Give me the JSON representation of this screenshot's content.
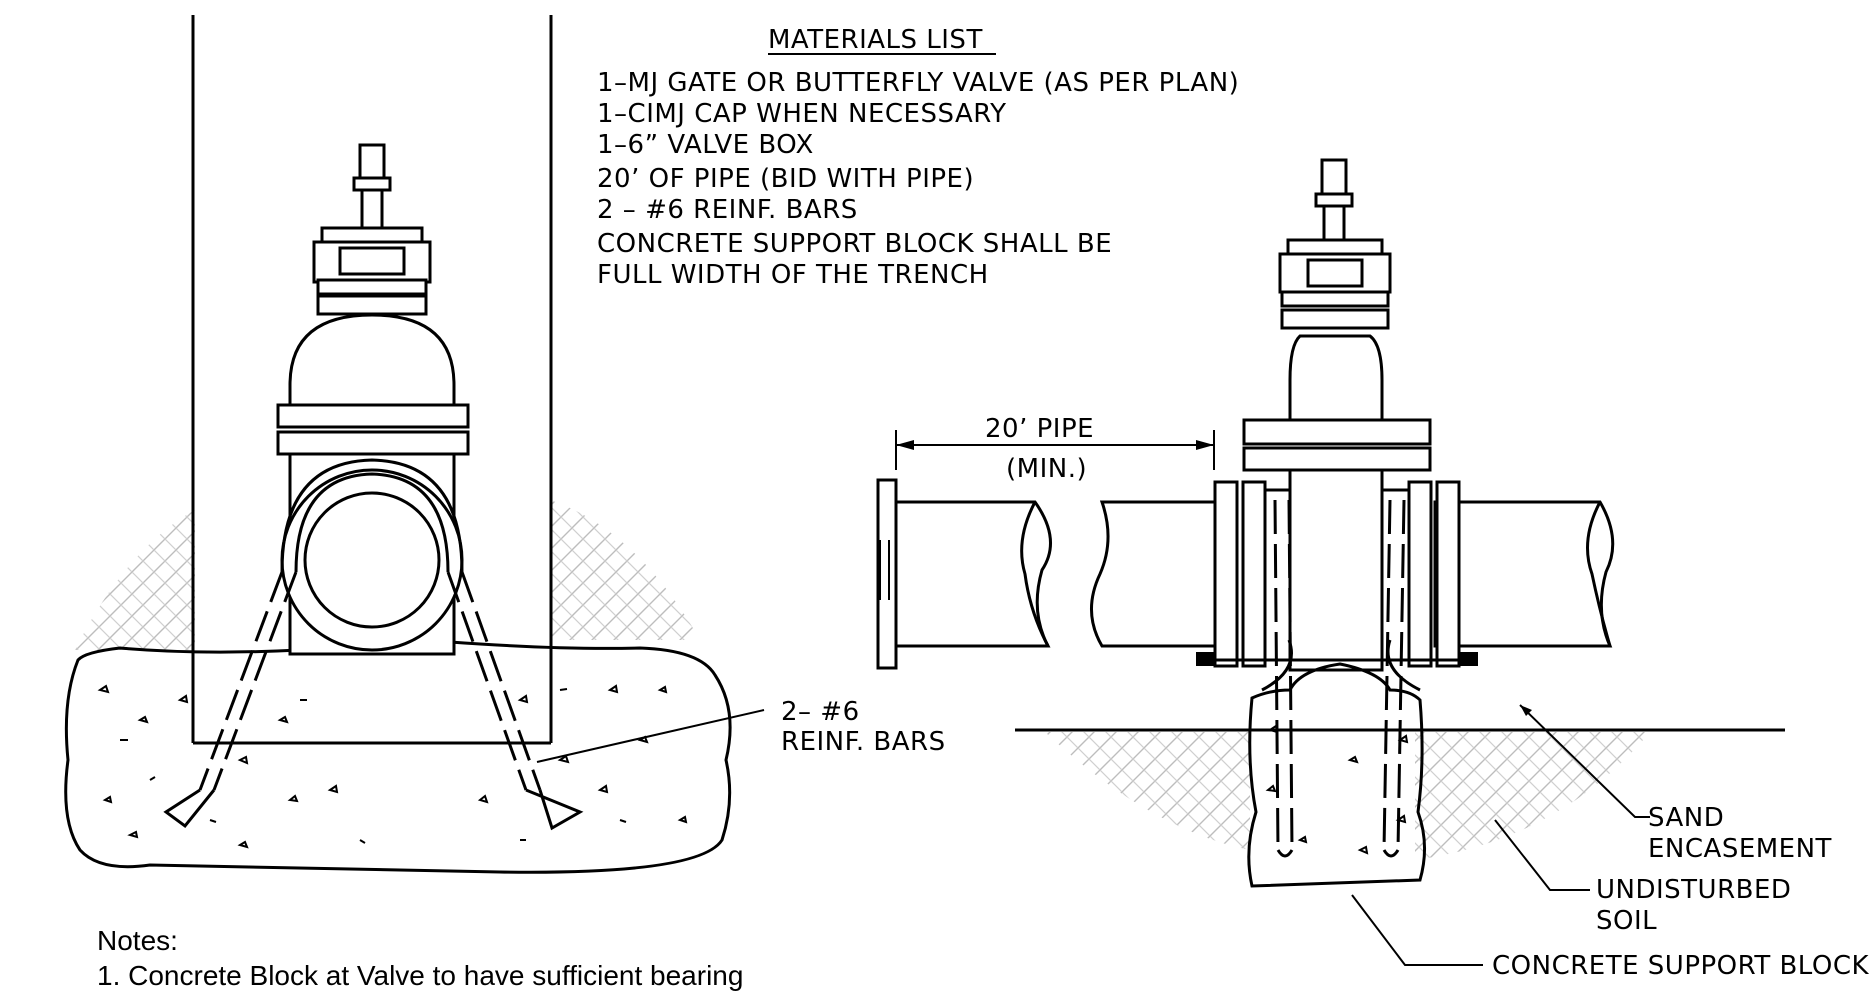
{
  "materials": {
    "title": "MATERIALS LIST",
    "lines": [
      "1–MJ GATE OR BUTTERFLY VALVE (AS PER PLAN)",
      "1–CIMJ CAP WHEN NECESSARY",
      "1–6” VALVE BOX",
      "20’ OF PIPE (BID WITH PIPE)",
      "2 – #6 REINF. BARS",
      "CONCRETE SUPPORT BLOCK SHALL BE",
      "FULL WIDTH OF THE TRENCH"
    ]
  },
  "labels": {
    "pipe_length": "20’ PIPE",
    "pipe_min": "(MIN.)",
    "reinf_line1": "2–  #6",
    "reinf_line2": "REINF. BARS",
    "sand_line1": "SAND",
    "sand_line2": "ENCASEMENT",
    "soil_line1": "UNDISTURBED",
    "soil_line2": "SOIL",
    "support_block": "CONCRETE SUPPORT BLOCK"
  },
  "notes": {
    "heading": "Notes:",
    "items": [
      "1.  Concrete Block at Valve to have sufficient bearing"
    ]
  },
  "colors": {
    "line": "#000000",
    "hatch": "#bdbdbd",
    "background": "#ffffff"
  }
}
